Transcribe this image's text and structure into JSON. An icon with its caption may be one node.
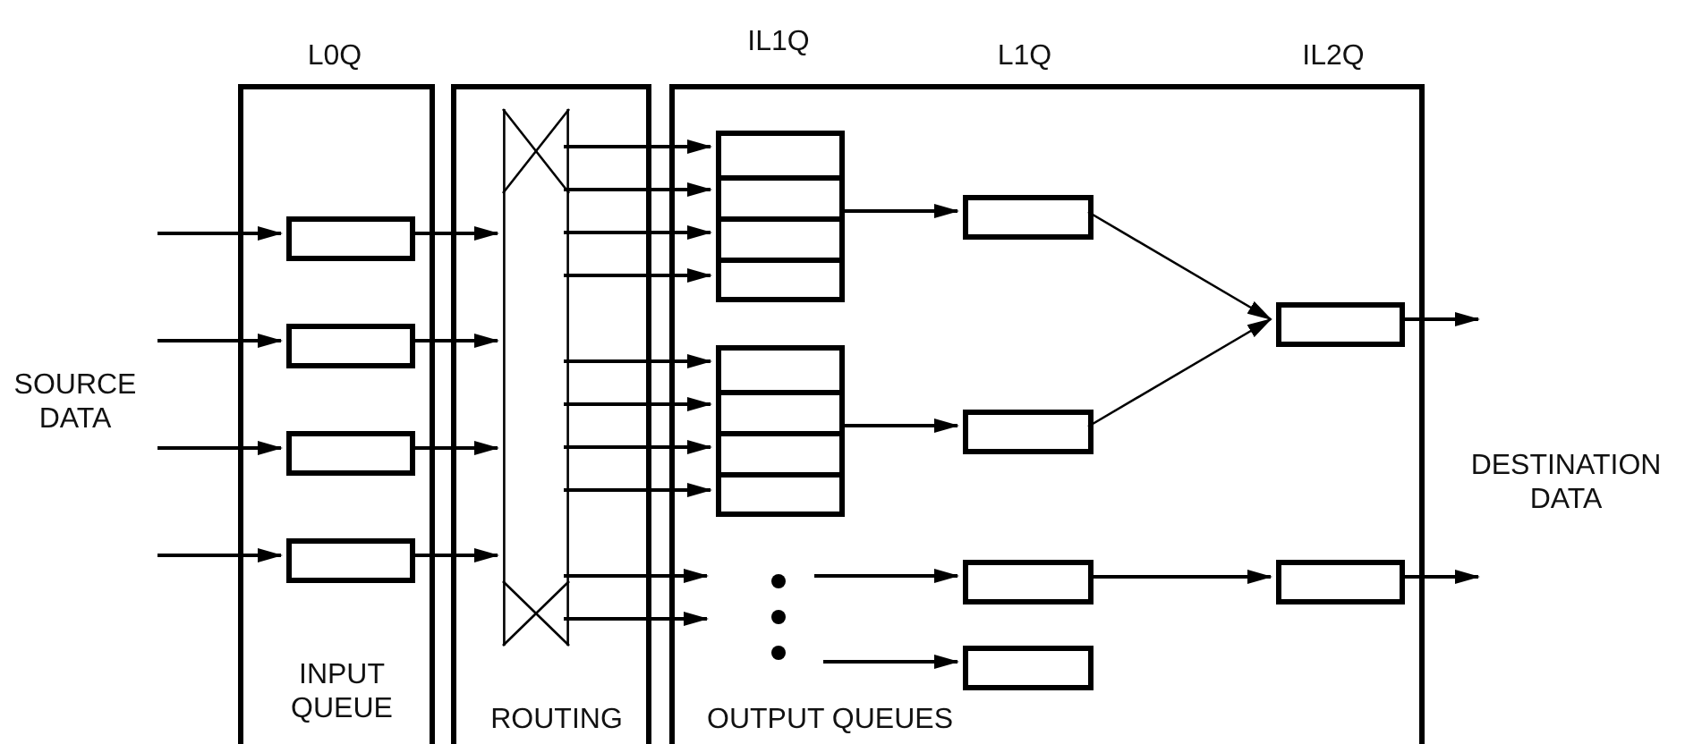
{
  "diagram": {
    "nodes": [
      {
        "text": [
          "INPUT QUEUE"
        ]
      },
      {
        "text": [
          "ROUTING"
        ]
      },
      {
        "text": [
          "OUTPUT QUEUES"
        ]
      },
      {
        "text": [],
        "shape": "box",
        "in": 0
      },
      {
        "text": [],
        "shape": "box",
        "in": 0
      },
      {
        "text": [],
        "shape": "box",
        "in": 0
      },
      {
        "text": [],
        "shape": "box",
        "in": 0
      },
      {
        "text": [],
        "shape": "bar",
        "in": 1
      },
      {
        "text": [],
        "shape": "box",
        "in": 2
      },
      {
        "text": [],
        "shape": "box",
        "in": 2
      },
      {
        "text": [],
        "shape": "box",
        "in": 2
      },
      {
        "text": [],
        "shape": "box",
        "in": 2
      },
      {
        "text": [],
        "shape": "box",
        "in": 2
      },
      {
        "text": [],
        "shape": "box",
        "in": 2
      },
      {
        "text": [],
        "shape": "box",
        "in": 2
      },
      {
        "text": [],
        "shape": "box",
        "in": 2
      }
    ],
    "edges": [
      {
        "from": null,
        "to": 3,
        "arrow": "to"
      },
      {
        "from": null,
        "to": 4,
        "arrow": "to"
      },
      {
        "from": null,
        "to": 5,
        "arrow": "to"
      },
      {
        "from": null,
        "to": 6,
        "arrow": "to"
      },
      {
        "from": 3,
        "to": 7,
        "arrow": "to"
      },
      {
        "from": 4,
        "to": 7,
        "arrow": "to"
      },
      {
        "from": 5,
        "to": 7,
        "arrow": "to"
      },
      {
        "from": 6,
        "to": 7,
        "arrow": "to"
      },
      {
        "from": 7,
        "to": 8,
        "arrow": "to"
      },
      {
        "from": 7,
        "to": 8,
        "arrow": "to"
      },
      {
        "from": 7,
        "to": 8,
        "arrow": "to"
      },
      {
        "from": 7,
        "to": 8,
        "arrow": "to"
      },
      {
        "from": 7,
        "to": 9,
        "arrow": "to"
      },
      {
        "from": 7,
        "to": 9,
        "arrow": "to"
      },
      {
        "from": 7,
        "to": 9,
        "arrow": "to"
      },
      {
        "from": 7,
        "to": 9,
        "arrow": "to"
      },
      {
        "from": 7,
        "to": 2,
        "arrow": "to"
      },
      {
        "from": 7,
        "to": 2,
        "arrow": "to"
      },
      {
        "from": 8,
        "to": 10,
        "arrow": "to"
      },
      {
        "from": 9,
        "to": 11,
        "arrow": "to"
      },
      {
        "from": null,
        "to": 12,
        "arrow": "to"
      },
      {
        "from": null,
        "to": 13,
        "arrow": "to"
      },
      {
        "from": 10,
        "to": 14,
        "arrow": "to"
      },
      {
        "from": 11,
        "to": 14,
        "arrow": "to"
      },
      {
        "from": 12,
        "to": 15,
        "arrow": "to"
      },
      {
        "from": 14,
        "to": null,
        "arrow": "to"
      },
      {
        "from": 15,
        "to": null,
        "arrow": "to"
      }
    ],
    "labels": [
      "L0Q",
      "IL1Q",
      "L1Q",
      "IL2Q",
      "SOURCE DATA",
      "DESTINATION DATA"
    ]
  }
}
